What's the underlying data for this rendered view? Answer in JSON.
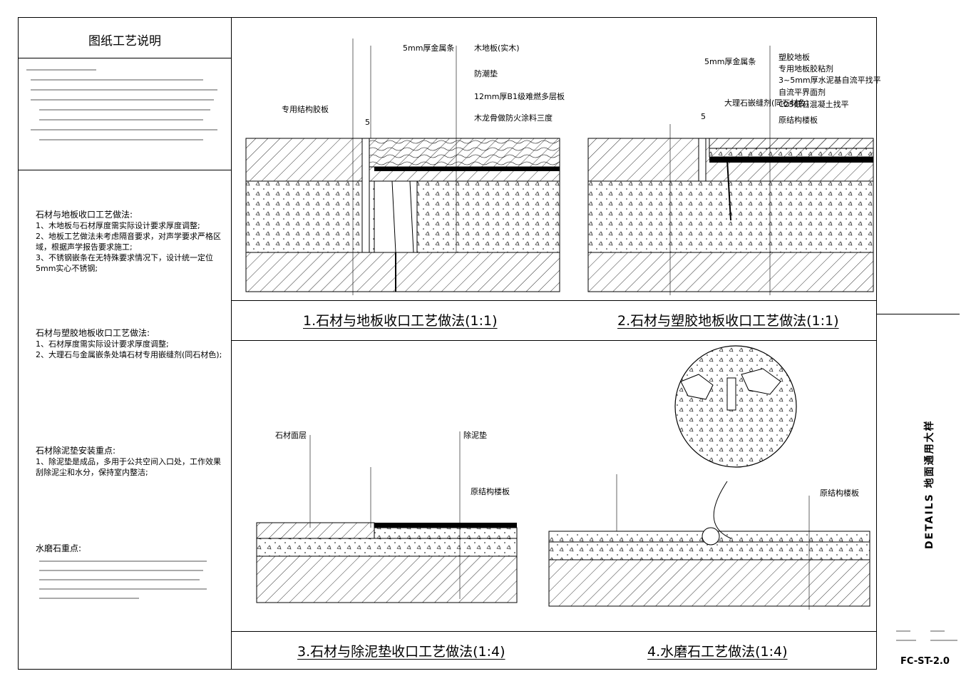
{
  "notes": {
    "title": "图纸工艺说明",
    "sections": [
      {
        "heading": "石材与地板收口工艺做法:",
        "items": [
          "1、木地板与石材厚度需实际设计要求厚度调整;",
          "2、地板工艺做法未考虑隔音要求，对声学要求严格区域，根据声学报告要求施工;",
          "3、不锈钢嵌条在无特殊要求情况下，设计统一定位5mm实心不锈钢;"
        ]
      },
      {
        "heading": "石材与塑胶地板收口工艺做法:",
        "items": [
          "1、石材厚度需实际设计要求厚度调整;",
          "2、大理石与金属嵌条处填石材专用嵌缝剂(同石材色);"
        ]
      },
      {
        "heading": "石材除泥垫安装重点:",
        "items": [
          "1、除泥垫是成品，多用于公共空间入口处，工作效果刮除泥尘和水分，保持室内整洁;"
        ]
      },
      {
        "heading": "水磨石重点:",
        "items": []
      }
    ]
  },
  "details": [
    {
      "title": "1.石材与地板收口工艺做法(1:1)",
      "callouts": [
        "5mm厚金属条",
        "木地板(实木)",
        "防潮垫",
        "12mm厚B1级难燃多层板",
        "木龙骨做防火涂料三度",
        "专用结构胶板",
        "5"
      ]
    },
    {
      "title": "2.石材与塑胶地板收口工艺做法(1:1)",
      "callouts": [
        "5mm厚金属条",
        "塑胶地板",
        "专用地板胶粘剂",
        "3~5mm厚水泥基自流平找平",
        "自流平界面剂",
        "C25细石混凝土找平",
        "原结构楼板",
        "大理石嵌缝剂(同石材色)",
        "5"
      ]
    },
    {
      "title": "3.石材与除泥垫收口工艺做法(1:4)",
      "callouts": [
        "石材面层",
        "除泥垫",
        "原结构楼板"
      ]
    },
    {
      "title": "4.水磨石工艺做法(1:4)",
      "callouts": [
        "原结构楼板"
      ]
    }
  ],
  "titleblock": {
    "drawing_title": "DETAILS 地面通用大样",
    "sheet_code": "FC-ST-2.0"
  }
}
